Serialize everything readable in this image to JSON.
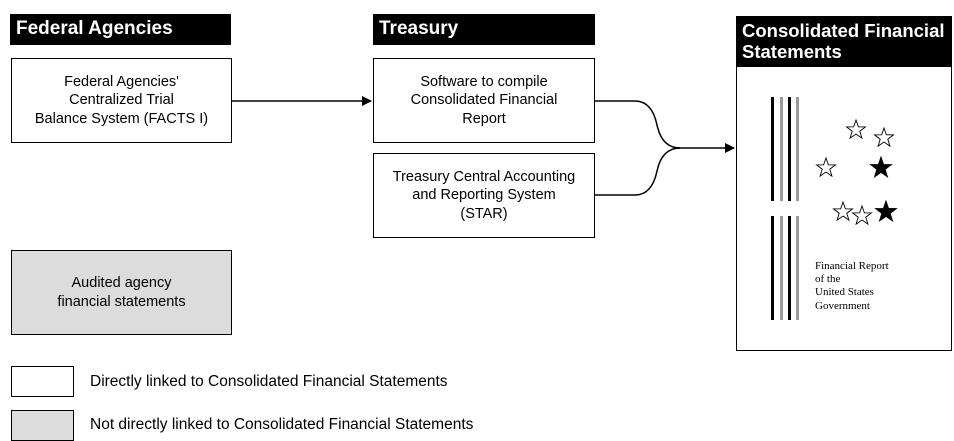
{
  "headers": {
    "federal_agencies": "Federal Agencies",
    "treasury": "Treasury",
    "consolidated": "Consolidated Financial Statements"
  },
  "boxes": {
    "facts": "Federal Agencies'\nCentralized Trial\nBalance System (FACTS I)",
    "software": "Software to compile\nConsolidated Financial\nReport",
    "star": "Treasury Central Accounting\nand Reporting System\n(STAR)",
    "audited": "Audited agency\nfinancial statements"
  },
  "report_cover_text": "Financial Report\nof the\nUnited States\nGovernment",
  "legend": {
    "direct": "Directly linked to Consolidated Financial Statements",
    "not_direct": "Not directly linked to Consolidated Financial Statements"
  },
  "colors": {
    "header_bg": "#000000",
    "gray_fill": "#dcdcdc",
    "stripe_gray": "#9a9a9a"
  }
}
